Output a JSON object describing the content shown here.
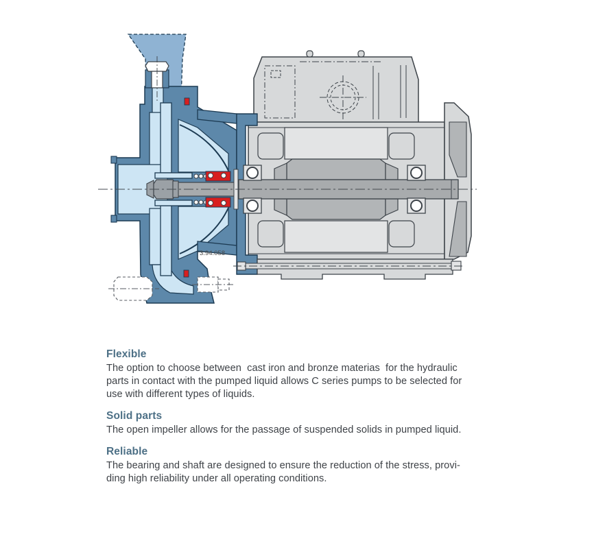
{
  "palette": {
    "funnel-blue": "#8fb3d3",
    "casing-blue": "#5d88aa",
    "outline-navy": "#1c3a52",
    "chamber-blue": "#cde5f4",
    "motor-gray": "#d7d9da",
    "stator-gray": "#e3e4e5",
    "rotor-gray": "#b2b5b7",
    "shaft-gray": "#a8abad",
    "motor-outline": "#3d4349",
    "seal-red": "#d81f1f",
    "heading-slate": "#4d7086",
    "body-text": "#3e4247",
    "label-gray": "#4a4a4a"
  },
  "diagram": {
    "figure_code": "3.94.058"
  },
  "content": {
    "sections": [
      {
        "heading": "Flexible",
        "lines": [
          "The option to choose between  cast iron and bronze materias  for the hydraulic",
          "parts in contact with the pumped liquid allows C series pumps to be selected for",
          "use with different types of liquids."
        ]
      },
      {
        "heading": "Solid parts",
        "lines": [
          "The open impeller allows for the passage of suspended solids in pumped liquid."
        ]
      },
      {
        "heading": "Reliable",
        "lines": [
          "The bearing and shaft are designed to ensure the reduction of the stress, provi-",
          "ding high reliability under all operating conditions."
        ]
      }
    ]
  }
}
